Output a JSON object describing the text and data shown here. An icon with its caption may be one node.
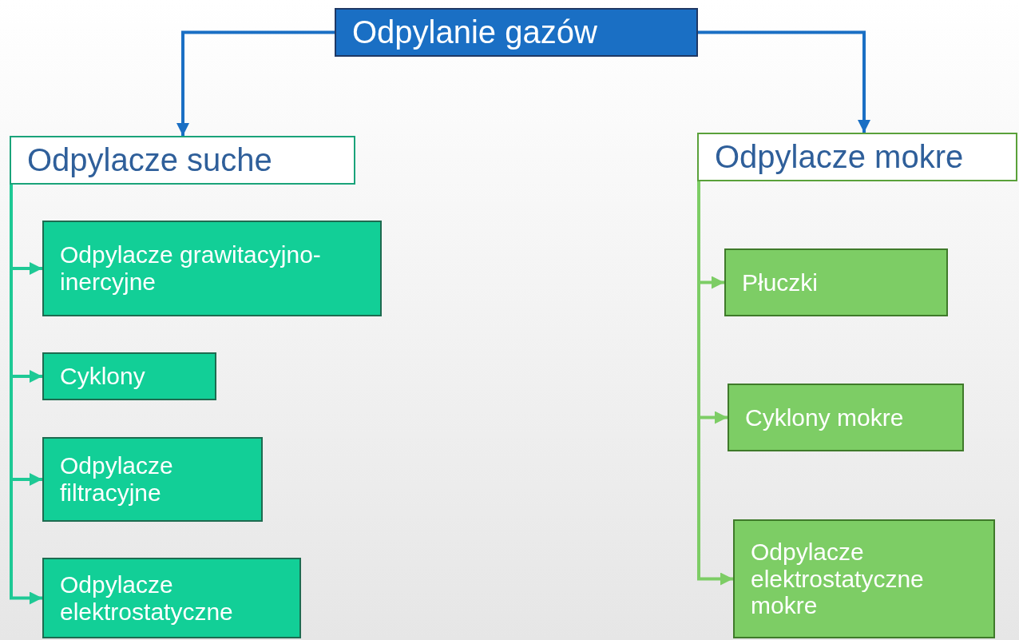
{
  "diagram": {
    "nodes": [
      {
        "text": [
          "Odpylanie gazów"
        ]
      },
      {
        "text": [
          "Odpylacze suche"
        ]
      },
      {
        "text": [
          "Odpylacze mokre"
        ]
      },
      {
        "text": [
          "Odpylacze grawitacyjno-inercyjne"
        ]
      },
      {
        "text": [
          "Cyklony"
        ]
      },
      {
        "text": [
          "Odpylacze filtracyjne"
        ]
      },
      {
        "text": [
          "Odpylacze elektrostatyczne"
        ]
      },
      {
        "text": [
          "Płuczki"
        ]
      },
      {
        "text": [
          "Cyklony mokre"
        ]
      },
      {
        "text": [
          "Odpylacze elektrostatyczne mokre"
        ]
      }
    ],
    "edges": [
      {
        "from": 0,
        "to": 1,
        "arrow": "to",
        "color": "#1a6fc4"
      },
      {
        "from": 0,
        "to": 2,
        "arrow": "to",
        "color": "#1a6fc4"
      },
      {
        "from": 1,
        "to": 3,
        "arrow": "to",
        "color": "#1ec995"
      },
      {
        "from": 1,
        "to": 4,
        "arrow": "to",
        "color": "#1ec995"
      },
      {
        "from": 1,
        "to": 5,
        "arrow": "to",
        "color": "#1ec995"
      },
      {
        "from": 1,
        "to": 6,
        "arrow": "to",
        "color": "#1ec995"
      },
      {
        "from": 2,
        "to": 7,
        "arrow": "to",
        "color": "#7dcd65"
      },
      {
        "from": 2,
        "to": 8,
        "arrow": "to",
        "color": "#7dcd65"
      },
      {
        "from": 2,
        "to": 9,
        "arrow": "to",
        "color": "#7dcd65"
      }
    ]
  }
}
